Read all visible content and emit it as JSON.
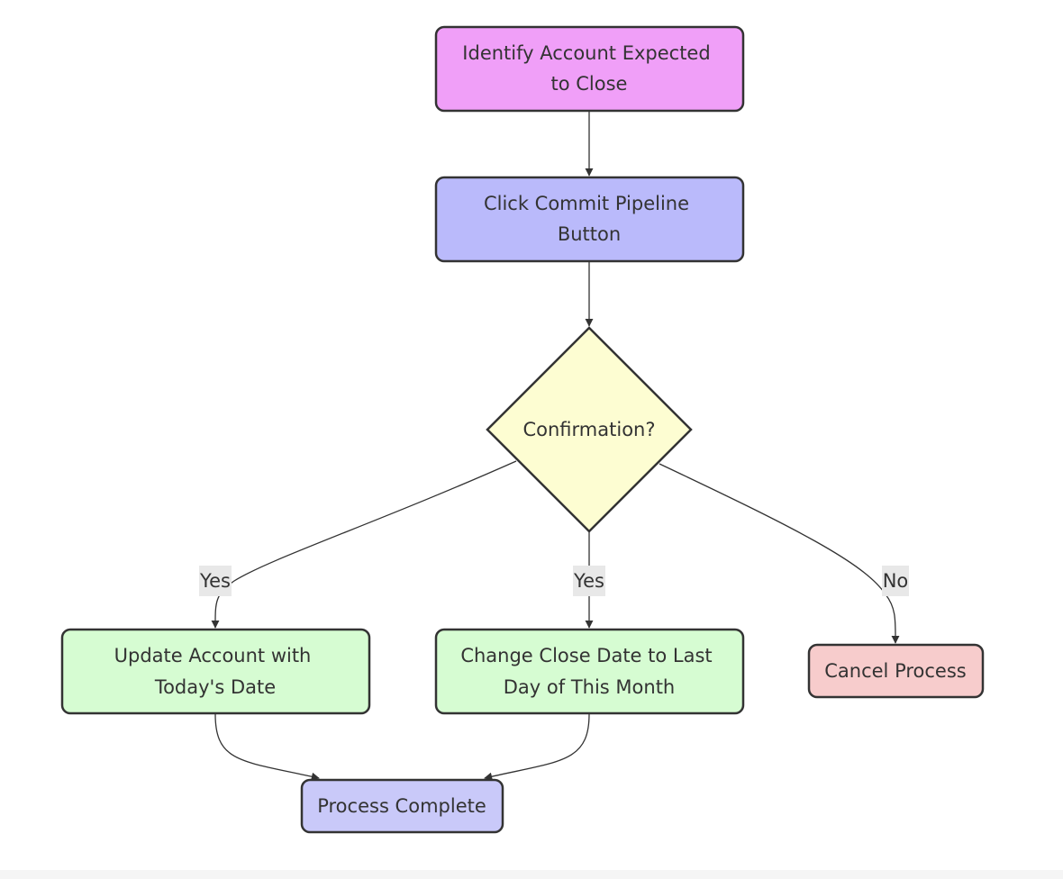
{
  "diagram": {
    "nodes": {
      "identify": {
        "lines": [
          "Identify Account Expected",
          "to Close"
        ],
        "fill": "#f09ff8"
      },
      "commit": {
        "lines": [
          "Click Commit Pipeline",
          "Button"
        ],
        "fill": "#babafb"
      },
      "confirm": {
        "label": "Confirmation?",
        "fill": "#fdfdd2"
      },
      "update": {
        "lines": [
          "Update Account with",
          "Today's Date"
        ],
        "fill": "#d6fcd2"
      },
      "change": {
        "lines": [
          "Change Close Date to Last",
          "Day of This Month"
        ],
        "fill": "#d6fcd2"
      },
      "cancel": {
        "label": "Cancel Process",
        "fill": "#f7cccc"
      },
      "complete": {
        "label": "Process Complete",
        "fill": "#c9c9f9"
      }
    },
    "edges": {
      "yes_left": "Yes",
      "yes_mid": "Yes",
      "no_right": "No"
    },
    "colors": {
      "stroke": "#333333",
      "edge_label_bg": "#e8e8e8"
    }
  }
}
